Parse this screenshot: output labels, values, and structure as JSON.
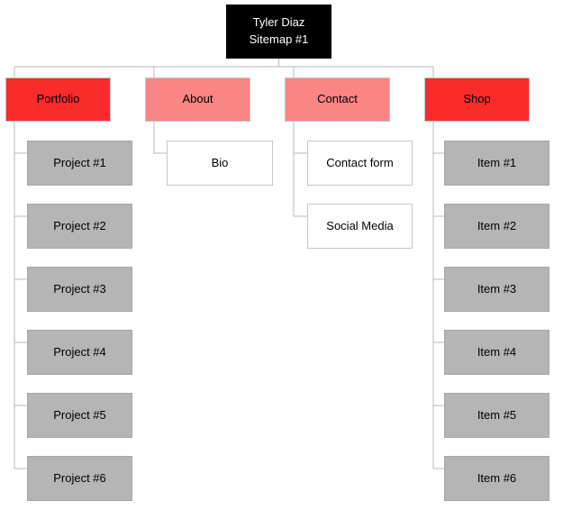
{
  "diagram": {
    "type": "sitemap-tree"
  },
  "colors": {
    "red": "#fa2b2b",
    "salmon": "#f98585",
    "gray": "#b5b5b5",
    "black": "#000000",
    "white": "#ffffff",
    "connector": "#b9b9b9",
    "border_light": "#c6c6c6",
    "border_gray": "#a6a6a6",
    "text": "#000000",
    "root_text": "#ffffff"
  },
  "root": {
    "label": "Tyler Diaz\nSitemap #1"
  },
  "sections": [
    {
      "label": "Portfolio",
      "color": "#fa2b2b",
      "children": [
        {
          "label": "Project #1"
        },
        {
          "label": "Project #2"
        },
        {
          "label": "Project #3"
        },
        {
          "label": "Project #4"
        },
        {
          "label": "Project #5"
        },
        {
          "label": "Project #6"
        }
      ]
    },
    {
      "label": "About",
      "color": "#f98585",
      "children": [
        {
          "label": "Bio"
        }
      ]
    },
    {
      "label": "Contact",
      "color": "#f98585",
      "children": [
        {
          "label": "Contact form"
        },
        {
          "label": "Social Media"
        }
      ]
    },
    {
      "label": "Shop",
      "color": "#fa2b2b",
      "children": [
        {
          "label": "Item #1"
        },
        {
          "label": "Item #2"
        },
        {
          "label": "Item #3"
        },
        {
          "label": "Item #4"
        },
        {
          "label": "Item #5"
        },
        {
          "label": "Item #6"
        }
      ]
    }
  ]
}
